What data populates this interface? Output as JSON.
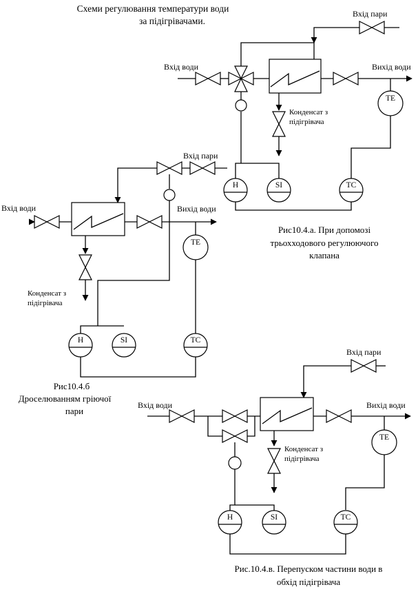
{
  "title_line1": "Схеми регулювання температури води",
  "title_line2": "за підігрівачами.",
  "labels": {
    "water_in": "Вхід води",
    "water_out": "Вихід води",
    "steam_in": "Вхід пари",
    "condensate_line1": "Конденсат з",
    "condensate_line2": "підігрівача"
  },
  "instruments": {
    "h": "H",
    "si": "SI",
    "tc": "TC",
    "te": "TE"
  },
  "captions": {
    "a_line1": "Рис10.4.а. При допомозі",
    "a_line2": "трьохходового регулюючого",
    "a_line3": "клапана",
    "b_line1": "Рис10.4.б",
    "b_line2": "Дроселюванням гріючої",
    "b_line3": "пари",
    "c_line1": "Рис.10.4.в. Перепуском частини води в",
    "c_line2": "обхід підігрівача"
  }
}
